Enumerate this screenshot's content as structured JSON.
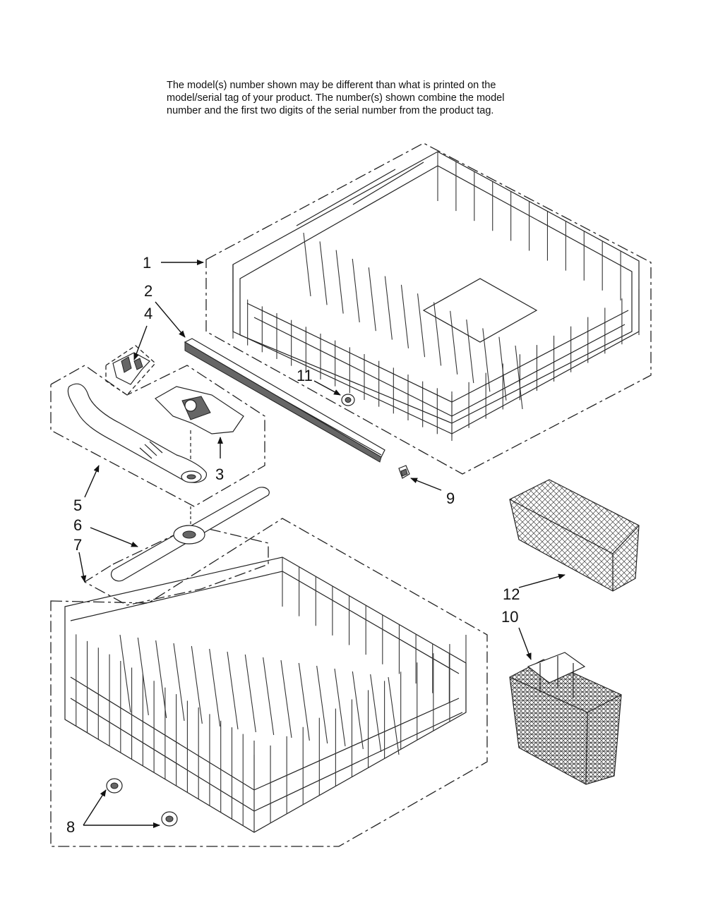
{
  "note": {
    "lines": [
      "The model(s) number shown may be different than what is printed on the",
      "model/serial tag of your product. The number(s) shown combine the model",
      "number and the first two digits of the serial number from the product tag."
    ]
  },
  "callouts": [
    "1",
    "2",
    "3",
    "4",
    "5",
    "6",
    "7",
    "8",
    "9",
    "10",
    "11",
    "12"
  ],
  "parts": [
    {
      "number": "1",
      "icon": "upper-rack"
    },
    {
      "number": "2",
      "icon": "rack-track"
    },
    {
      "number": "3",
      "icon": "spray-arm-mount"
    },
    {
      "number": "4",
      "icon": "clip"
    },
    {
      "number": "5",
      "icon": "feed-tube"
    },
    {
      "number": "6",
      "icon": "lower-spray-arm"
    },
    {
      "number": "7",
      "icon": "lower-rack"
    },
    {
      "number": "8",
      "icon": "wheel"
    },
    {
      "number": "9",
      "icon": "stop-clip"
    },
    {
      "number": "10",
      "icon": "silverware-basket"
    },
    {
      "number": "11",
      "icon": "wheel"
    },
    {
      "number": "12",
      "icon": "small-basket"
    }
  ]
}
